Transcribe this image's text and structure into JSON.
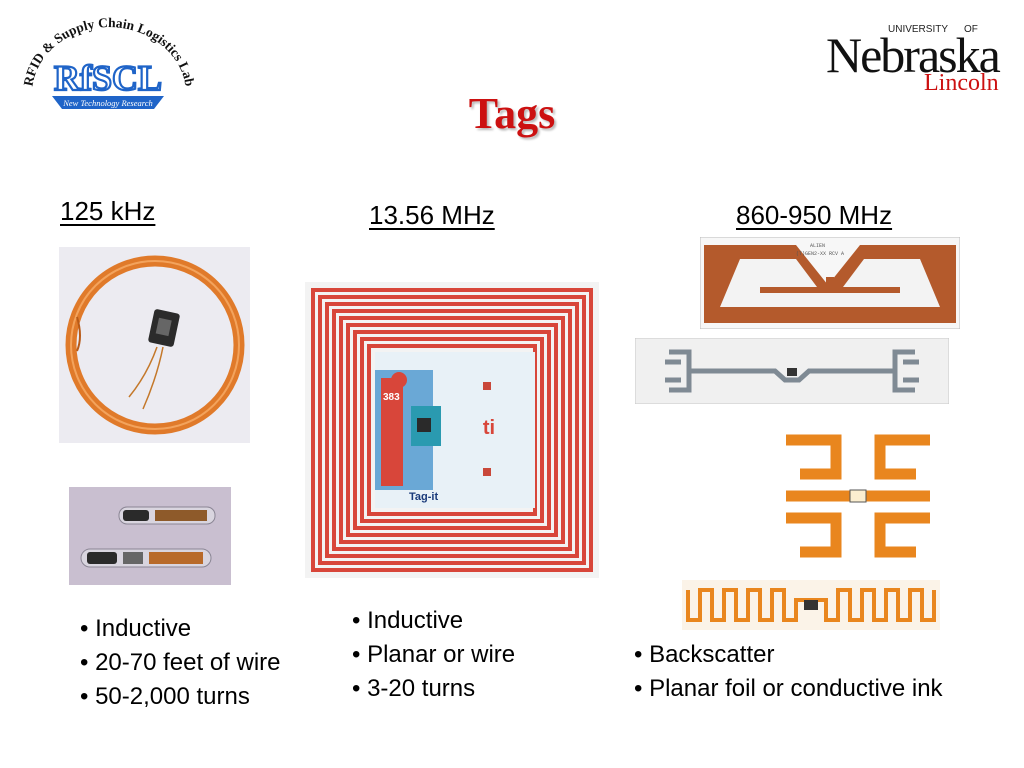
{
  "slide": {
    "title": "Tags",
    "logos": {
      "left": {
        "ring_text": "RFID & Supply Chain Logistics Lab",
        "name": "RfSCL",
        "tagline": "New Technology Research"
      },
      "right": {
        "top": "UNIVERSITY",
        "of": "OF",
        "name": "Nebraska",
        "sub": "Lincoln"
      }
    },
    "columns": [
      {
        "frequency": "125 kHz",
        "bullets": [
          "• Inductive",
          "• 20-70 feet of wire",
          "• 50-2,000 turns"
        ]
      },
      {
        "frequency": "13.56 MHz",
        "bullets": [
          "• Inductive",
          "• Planar or wire",
          "• 3-20 turns"
        ]
      },
      {
        "frequency": "860-950 MHz",
        "bullets": [
          "• Backscatter",
          "• Planar foil or conductive ink"
        ]
      }
    ],
    "images": {
      "hf_tag_brand": "Tag-it",
      "hf_tag_code": "383",
      "uhf_tag_print_1": "ALIEN",
      "uhf_tag_print_2": "(T)GEN2-XX RCV A"
    },
    "colors": {
      "title": "#cc1111",
      "copper": "#e07a2a",
      "hf_trace": "#d8463a",
      "lincoln": "#cc1111",
      "logo_blue": "#1f64c8"
    }
  }
}
